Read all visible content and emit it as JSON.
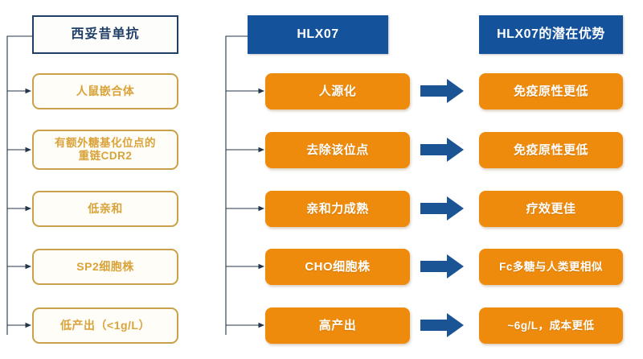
{
  "diagram": {
    "title_row": {
      "left": "西妥昔单抗",
      "middle": "HLX07",
      "right": "HLX07的潜在优势"
    },
    "colors": {
      "header_blue": "#14529b",
      "header_left_border": "#1f3f66",
      "gold_border": "#caa04a",
      "gold_text": "#d9a33a",
      "orange": "#ef8b0c",
      "arrow_blue": "#1a5494",
      "connector": "#24364a",
      "white": "#ffffff"
    },
    "rows": [
      {
        "left": "人鼠嵌合体",
        "middle": "人源化",
        "right": "免疫原性更低",
        "arrow": "right-arrow-icon"
      },
      {
        "left": "有额外糖基化位点的\n重链CDR2",
        "left_line1": "有额外糖基化位点的",
        "left_line2": "重链CDR2",
        "middle": "去除该位点",
        "right": "免疫原性更低",
        "arrow": "right-arrow-icon"
      },
      {
        "left": "低亲和",
        "middle": "亲和力成熟",
        "right": "疗效更佳",
        "arrow": "right-arrow-icon"
      },
      {
        "left": "SP2细胞株",
        "middle": "CHO细胞株",
        "right": "Fc多糖与人类更相似",
        "arrow": "right-arrow-icon"
      },
      {
        "left": "低产出（<1g/L）",
        "middle": "高产出",
        "right": "~6g/L，成本更低",
        "arrow": "right-arrow-icon"
      }
    ]
  }
}
